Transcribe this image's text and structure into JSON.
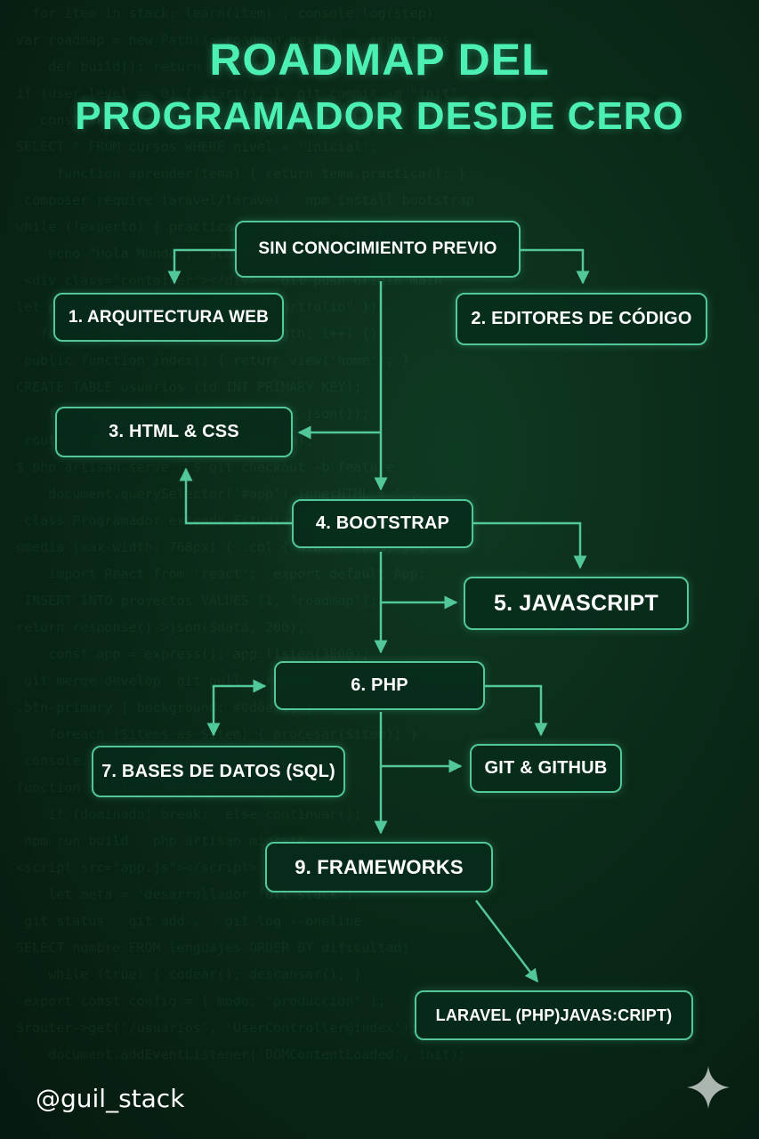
{
  "title": {
    "line1": "ROADMAP DEL",
    "line2": "PROGRAMADOR DESDE CERO"
  },
  "nodes": {
    "start": "SIN CONOCIMIENTO PREVIO",
    "arquitectura": "1. ARQUITECTURA WEB",
    "editores": "2. EDITORES DE CÓDIGO",
    "htmlcss": "3. HTML & CSS",
    "bootstrap": "4. BOOTSTRAP",
    "javascript": "5. JAVASCRIPT",
    "php": "6. PHP",
    "sql": "7. BASES DE DATOS (SQL)",
    "git": "GIT & GITHUB",
    "frameworks": "9. FRAMEWORKS",
    "laravel": "LARAVEL (PHP)JAVAS:CRIPT)"
  },
  "footer": {
    "handle": "@guil_stack",
    "icon": "sparkle-icon"
  },
  "colors": {
    "accent": "#4df0b4",
    "line": "#52c89a",
    "background": "#0a2a18"
  }
}
